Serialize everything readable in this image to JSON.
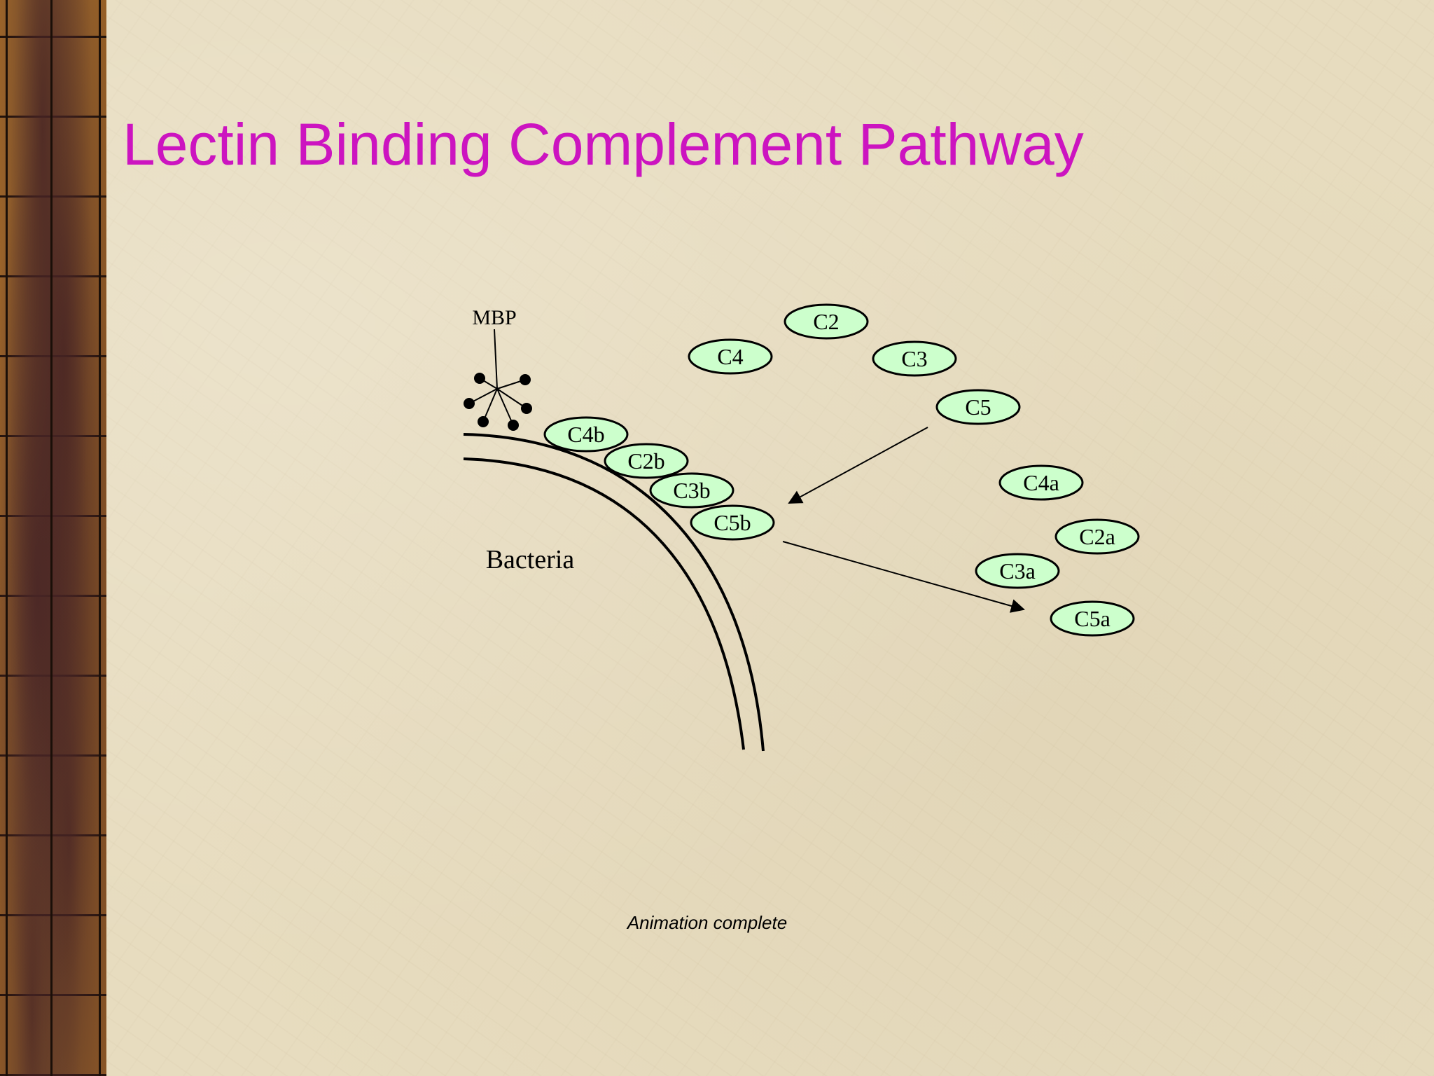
{
  "slide": {
    "title": "Lectin Binding Complement Pathway",
    "status": "Animation complete"
  },
  "labels": {
    "mbp": "MBP",
    "bacteria": "Bacteria"
  },
  "components": {
    "c2": "C2",
    "c4": "C4",
    "c3": "C3",
    "c5": "C5",
    "c4b": "C4b",
    "c2b": "C2b",
    "c3b": "C3b",
    "c5b": "C5b",
    "c4a": "C4a",
    "c2a": "C2a",
    "c3a": "C3a",
    "c5a": "C5a"
  },
  "colors": {
    "title": "#cc14c0",
    "component_fill": "#ccffcc",
    "outline": "#000000"
  }
}
